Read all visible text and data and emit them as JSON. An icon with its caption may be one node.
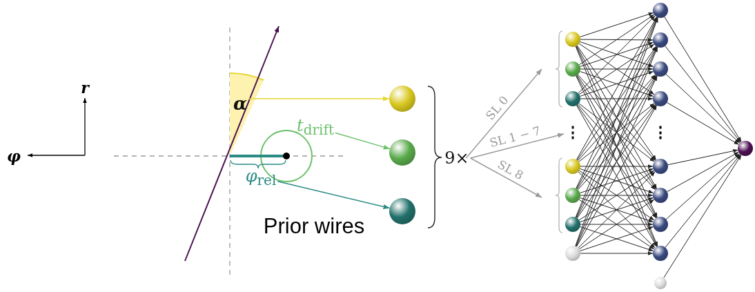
{
  "diagram": {
    "nodes": [
      {
        "text": [
          "α"
        ]
      },
      {
        "text": [
          "*t*$_{drift}$"
        ]
      },
      {
        "text": [
          "*φ*$_{rel}$"
        ]
      },
      {
        "text": [],
        "shape": "circle"
      },
      {
        "text": [],
        "shape": "circle"
      },
      {
        "text": [],
        "shape": "circle"
      },
      {
        "text": [
          "9×"
        ]
      },
      {
        "text": [],
        "shape": "circle"
      },
      {
        "text": [],
        "shape": "circle"
      },
      {
        "text": [],
        "shape": "circle"
      },
      {
        "text": [],
        "shape": "circle"
      },
      {
        "text": [],
        "shape": "circle"
      },
      {
        "text": [],
        "shape": "circle"
      },
      {
        "text": [],
        "shape": "circle"
      },
      {
        "text": [],
        "shape": "circle"
      },
      {
        "text": [],
        "shape": "circle"
      },
      {
        "text": [],
        "shape": "circle"
      },
      {
        "text": [],
        "shape": "circle"
      },
      {
        "text": [],
        "shape": "circle"
      },
      {
        "text": [],
        "shape": "circle"
      },
      {
        "text": [],
        "shape": "circle"
      },
      {
        "text": [],
        "shape": "circle"
      },
      {
        "text": [],
        "shape": "circle"
      },
      {
        "text": [],
        "shape": "circle"
      },
      {
        "text": [
          "⋮"
        ]
      }
    ],
    "edges": [
      {
        "from": 0,
        "to": 3,
        "arrow": "to",
        "color": "#e6d630"
      },
      {
        "from": 1,
        "to": 4,
        "arrow": "to",
        "color": "#6cc06c"
      },
      {
        "from": 2,
        "to": 5,
        "arrow": "to",
        "color": "#2a8a84"
      },
      {
        "from": 6,
        "to": null,
        "arrow": "to",
        "label": "SL 0",
        "color": "#999999"
      },
      {
        "from": 6,
        "to": 24,
        "arrow": "to",
        "label": "SL 1 − 7",
        "color": "#999999"
      },
      {
        "from": 6,
        "to": null,
        "arrow": "to",
        "label": "SL 8",
        "color": "#999999"
      },
      {
        "from": 7,
        "to": 14,
        "arrow": "to"
      },
      {
        "from": 7,
        "to": 15,
        "arrow": "to"
      },
      {
        "from": 7,
        "to": 16,
        "arrow": "to"
      },
      {
        "from": 7,
        "to": 17,
        "arrow": "to"
      },
      {
        "from": 7,
        "to": 18,
        "arrow": "to"
      },
      {
        "from": 7,
        "to": 19,
        "arrow": "to"
      },
      {
        "from": 7,
        "to": 20,
        "arrow": "to"
      },
      {
        "from": 7,
        "to": 21,
        "arrow": "to"
      },
      {
        "from": 8,
        "to": 14,
        "arrow": "to"
      },
      {
        "from": 8,
        "to": 15,
        "arrow": "to"
      },
      {
        "from": 8,
        "to": 16,
        "arrow": "to"
      },
      {
        "from": 8,
        "to": 17,
        "arrow": "to"
      },
      {
        "from": 8,
        "to": 18,
        "arrow": "to"
      },
      {
        "from": 8,
        "to": 19,
        "arrow": "to"
      },
      {
        "from": 8,
        "to": 20,
        "arrow": "to"
      },
      {
        "from": 8,
        "to": 21,
        "arrow": "to"
      },
      {
        "from": 9,
        "to": 14,
        "arrow": "to"
      },
      {
        "from": 9,
        "to": 15,
        "arrow": "to"
      },
      {
        "from": 9,
        "to": 16,
        "arrow": "to"
      },
      {
        "from": 9,
        "to": 17,
        "arrow": "to"
      },
      {
        "from": 9,
        "to": 18,
        "arrow": "to"
      },
      {
        "from": 9,
        "to": 19,
        "arrow": "to"
      },
      {
        "from": 9,
        "to": 20,
        "arrow": "to"
      },
      {
        "from": 9,
        "to": 21,
        "arrow": "to"
      },
      {
        "from": 10,
        "to": 14,
        "arrow": "to"
      },
      {
        "from": 10,
        "to": 15,
        "arrow": "to"
      },
      {
        "from": 10,
        "to": 16,
        "arrow": "to"
      },
      {
        "from": 10,
        "to": 17,
        "arrow": "to"
      },
      {
        "from": 10,
        "to": 18,
        "arrow": "to"
      },
      {
        "from": 10,
        "to": 19,
        "arrow": "to"
      },
      {
        "from": 10,
        "to": 20,
        "arrow": "to"
      },
      {
        "from": 10,
        "to": 21,
        "arrow": "to"
      },
      {
        "from": 11,
        "to": 14,
        "arrow": "to"
      },
      {
        "from": 11,
        "to": 15,
        "arrow": "to"
      },
      {
        "from": 11,
        "to": 16,
        "arrow": "to"
      },
      {
        "from": 11,
        "to": 17,
        "arrow": "to"
      },
      {
        "from": 11,
        "to": 18,
        "arrow": "to"
      },
      {
        "from": 11,
        "to": 19,
        "arrow": "to"
      },
      {
        "from": 11,
        "to": 20,
        "arrow": "to"
      },
      {
        "from": 11,
        "to": 21,
        "arrow": "to"
      },
      {
        "from": 12,
        "to": 14,
        "arrow": "to"
      },
      {
        "from": 12,
        "to": 15,
        "arrow": "to"
      },
      {
        "from": 12,
        "to": 16,
        "arrow": "to"
      },
      {
        "from": 12,
        "to": 17,
        "arrow": "to"
      },
      {
        "from": 12,
        "to": 18,
        "arrow": "to"
      },
      {
        "from": 12,
        "to": 19,
        "arrow": "to"
      },
      {
        "from": 12,
        "to": 20,
        "arrow": "to"
      },
      {
        "from": 12,
        "to": 21,
        "arrow": "to"
      },
      {
        "from": 13,
        "to": 14,
        "arrow": "to"
      },
      {
        "from": 13,
        "to": 15,
        "arrow": "to"
      },
      {
        "from": 13,
        "to": 16,
        "arrow": "to"
      },
      {
        "from": 13,
        "to": 17,
        "arrow": "to"
      },
      {
        "from": 13,
        "to": 18,
        "arrow": "to"
      },
      {
        "from": 13,
        "to": 19,
        "arrow": "to"
      },
      {
        "from": 13,
        "to": 20,
        "arrow": "to"
      },
      {
        "from": 13,
        "to": 21,
        "arrow": "to"
      },
      {
        "from": 14,
        "to": 23,
        "arrow": "to"
      },
      {
        "from": 15,
        "to": 23,
        "arrow": "to"
      },
      {
        "from": 16,
        "to": 23,
        "arrow": "to"
      },
      {
        "from": 17,
        "to": 23,
        "arrow": "to"
      },
      {
        "from": 18,
        "to": 23,
        "arrow": "to"
      },
      {
        "from": 19,
        "to": 23,
        "arrow": "to"
      },
      {
        "from": 20,
        "to": 23,
        "arrow": "to"
      },
      {
        "from": 21,
        "to": 23,
        "arrow": "to"
      },
      {
        "from": 22,
        "to": 23,
        "arrow": "to"
      }
    ],
    "labels": [
      "r",
      "φ",
      "Prior wires",
      "⋮"
    ]
  }
}
